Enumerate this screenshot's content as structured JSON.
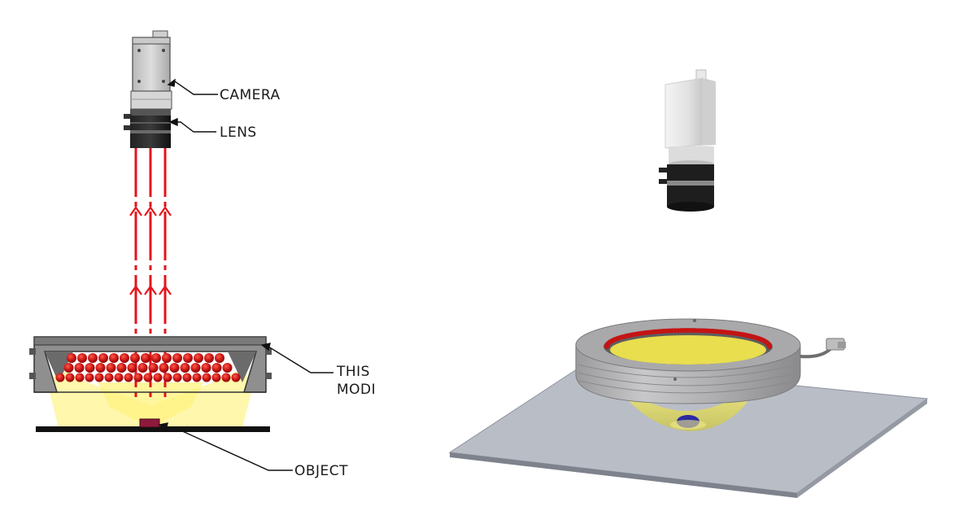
{
  "labels": {
    "camera": "CAMERA",
    "lens": "LENS",
    "module_line1": "THIS",
    "module_line2": "MODI",
    "object": "OBJECT"
  },
  "colors": {
    "ray": "#e4151c",
    "light": "#fff7a6",
    "led": "#c41414",
    "housing": "#8f8f8f",
    "plate": "#b9bdc6",
    "object": "#8e1a3a"
  },
  "icons": {
    "camera": "camera-body",
    "lens": "lens-barrel",
    "ring_light": "ring-light-module",
    "object": "inspected-object"
  }
}
